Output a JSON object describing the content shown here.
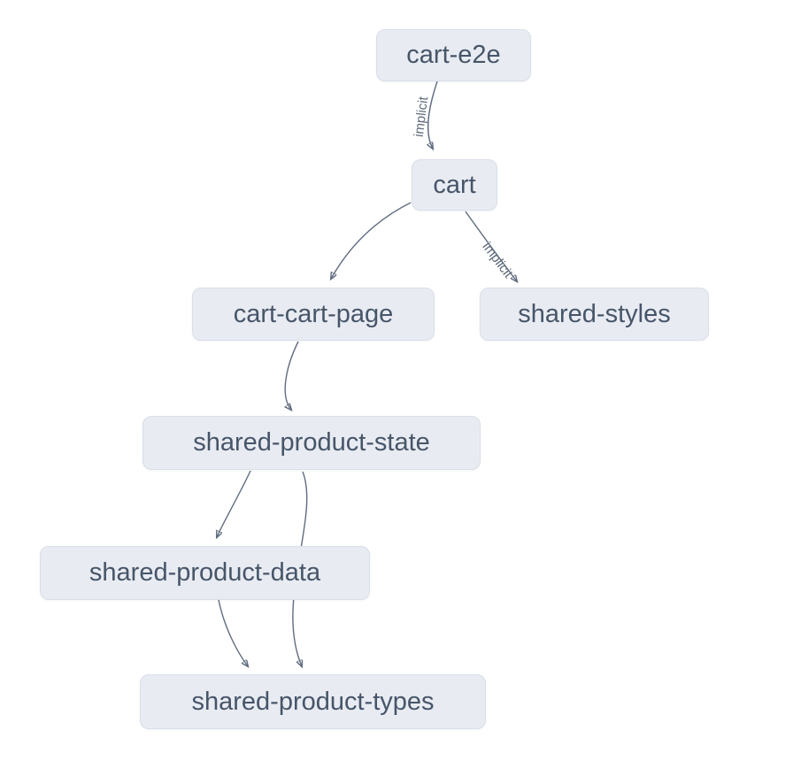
{
  "diagram": {
    "kind": "project-dependency-graph",
    "nodes": [
      {
        "id": "cart-e2e",
        "label": "cart-e2e"
      },
      {
        "id": "cart",
        "label": "cart"
      },
      {
        "id": "cart-cart-page",
        "label": "cart-cart-page"
      },
      {
        "id": "shared-styles",
        "label": "shared-styles"
      },
      {
        "id": "shared-product-state",
        "label": "shared-product-state"
      },
      {
        "id": "shared-product-data",
        "label": "shared-product-data"
      },
      {
        "id": "shared-product-types",
        "label": "shared-product-types"
      }
    ],
    "edges": [
      {
        "source": "cart-e2e",
        "target": "cart",
        "label": "implicit"
      },
      {
        "source": "cart",
        "target": "cart-cart-page",
        "label": ""
      },
      {
        "source": "cart",
        "target": "shared-styles",
        "label": "implicit"
      },
      {
        "source": "cart-cart-page",
        "target": "shared-product-state",
        "label": ""
      },
      {
        "source": "shared-product-state",
        "target": "shared-product-data",
        "label": ""
      },
      {
        "source": "shared-product-state",
        "target": "shared-product-types",
        "label": ""
      },
      {
        "source": "shared-product-data",
        "target": "shared-product-types",
        "label": ""
      }
    ],
    "colors": {
      "background": "#ffffff",
      "node_fill": "#e8ecf2",
      "node_border": "#d9dee8",
      "node_text": "#475569",
      "edge_stroke": "#606c80",
      "edge_label_text": "#5d6878"
    }
  }
}
